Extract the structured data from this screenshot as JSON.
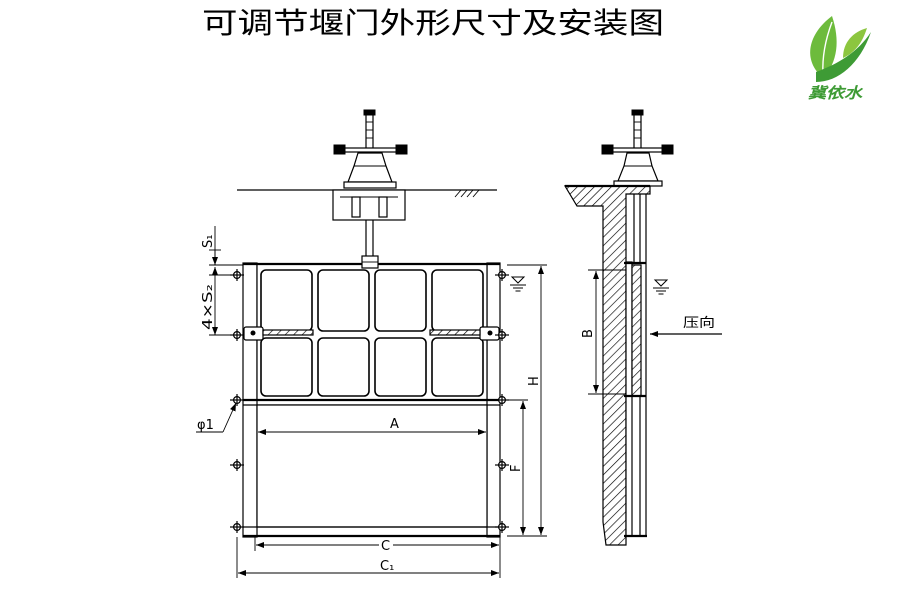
{
  "title": "可调节堰门外形尺寸及安装图",
  "logo": {
    "text": "冀依水",
    "leaf_color": "#6dbb3c",
    "swoosh_color": "#3e9b35"
  },
  "labels": {
    "s1": "S₁",
    "s2": "4×S₂",
    "phi": "φ1",
    "a": "A",
    "c": "C",
    "c1": "C₁",
    "h": "H",
    "f": "F",
    "b": "B",
    "pressure_direction": "压向"
  },
  "icons": {
    "water_level": "water-level-icon",
    "bolt": "bolt-icon",
    "handwheel": "handwheel-icon"
  }
}
